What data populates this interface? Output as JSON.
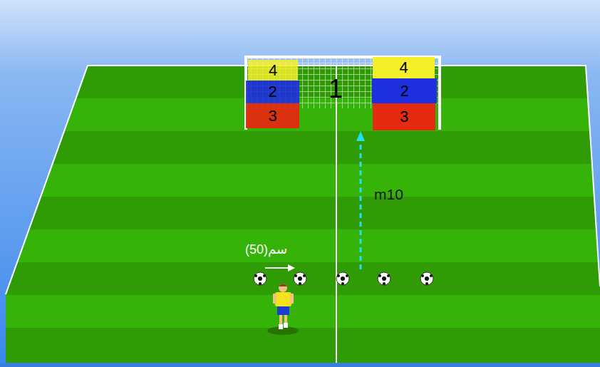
{
  "diagram": {
    "nodes": [
      {
        "text": [
          "4"
        ]
      },
      {
        "text": [
          "4"
        ]
      },
      {
        "text": [
          "2"
        ]
      },
      {
        "text": [
          "1"
        ]
      },
      {
        "text": [
          "2"
        ]
      },
      {
        "text": [
          "3"
        ]
      },
      {
        "text": [
          "3"
        ]
      }
    ],
    "labels": [
      "m10",
      "(50)سم"
    ]
  }
}
